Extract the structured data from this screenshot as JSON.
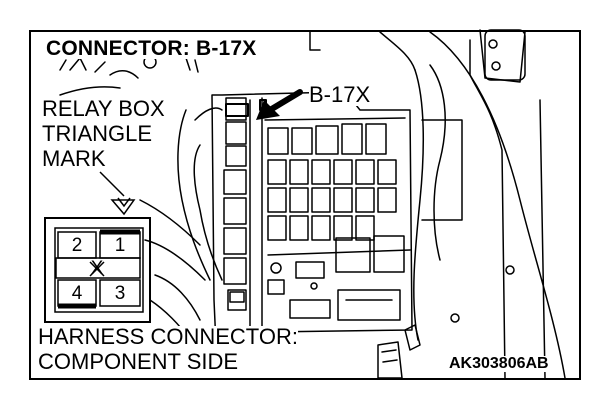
{
  "figure": {
    "title": "CONNECTOR: B-17X",
    "callout_label": "B-17X",
    "relay_mark_lines": [
      "RELAY BOX",
      "TRIANGLE",
      "MARK"
    ],
    "harness_lines": [
      "HARNESS CONNECTOR:",
      "COMPONENT SIDE"
    ],
    "figure_code": "AK303806AB",
    "connector_pins": {
      "top_left": "2",
      "top_right": "1",
      "center": "X",
      "bottom_left": "4",
      "bottom_right": "3"
    },
    "colors": {
      "ink": "#000000",
      "background": "#ffffff"
    }
  }
}
